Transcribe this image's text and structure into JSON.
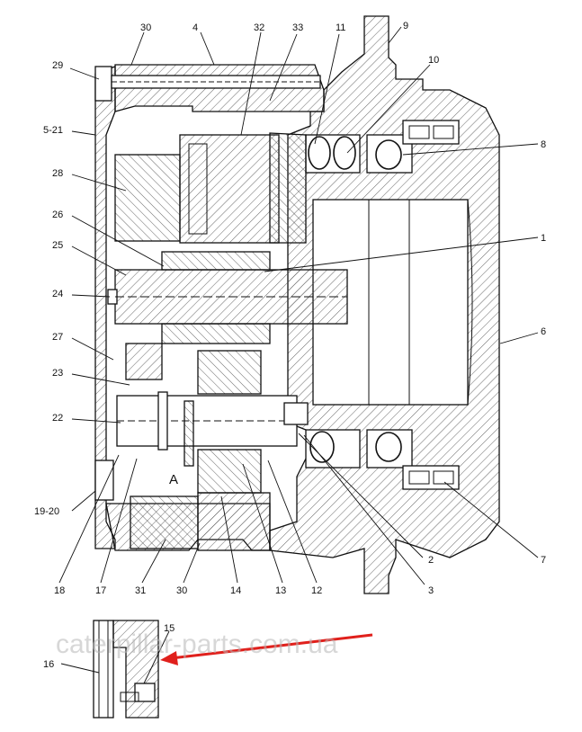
{
  "callouts": {
    "c1": "1",
    "c2": "2",
    "c3": "3",
    "c4": "4",
    "c5_21": "5-21",
    "c6": "6",
    "c7": "7",
    "c8": "8",
    "c9": "9",
    "c10": "10",
    "c11": "11",
    "c12": "12",
    "c13": "13",
    "c14": "14",
    "c15": "15",
    "c16": "16",
    "c17": "17",
    "c18": "18",
    "c19_20": "19-20",
    "c22": "22",
    "c23": "23",
    "c24": "24",
    "c25": "25",
    "c26": "26",
    "c27": "27",
    "c28": "28",
    "c29": "29",
    "c30_top": "30",
    "c30_bottom": "30",
    "c31": "31",
    "c32": "32",
    "c33": "33"
  },
  "view_label": "A",
  "watermark": "caterpillar-parts.com.ua",
  "colors": {
    "line": "#111111",
    "hatch": "#555555",
    "arrow": "#e0201c",
    "watermark": "#b8b8b8"
  }
}
